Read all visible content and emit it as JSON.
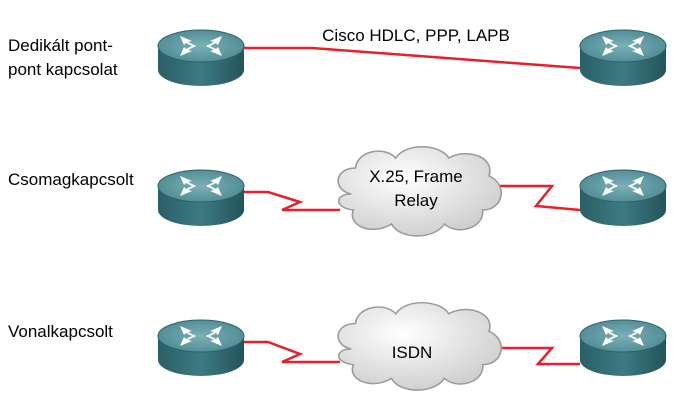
{
  "rows": [
    {
      "label": "Dedikált pont-\npont kapcsolat",
      "link_label": "Cisco HDLC, PPP, LAPB"
    },
    {
      "label": "Csomagkapcsolt",
      "cloud_label_1": "X.25, Frame",
      "cloud_label_2": "Relay"
    },
    {
      "label": "Vonalkapcsolt",
      "cloud_label_1": "ISDN"
    }
  ],
  "colors": {
    "link": "#e8202a",
    "router_top": "#4c8a93",
    "router_side": "#2f6870",
    "cloud": "#d9d9d9"
  }
}
